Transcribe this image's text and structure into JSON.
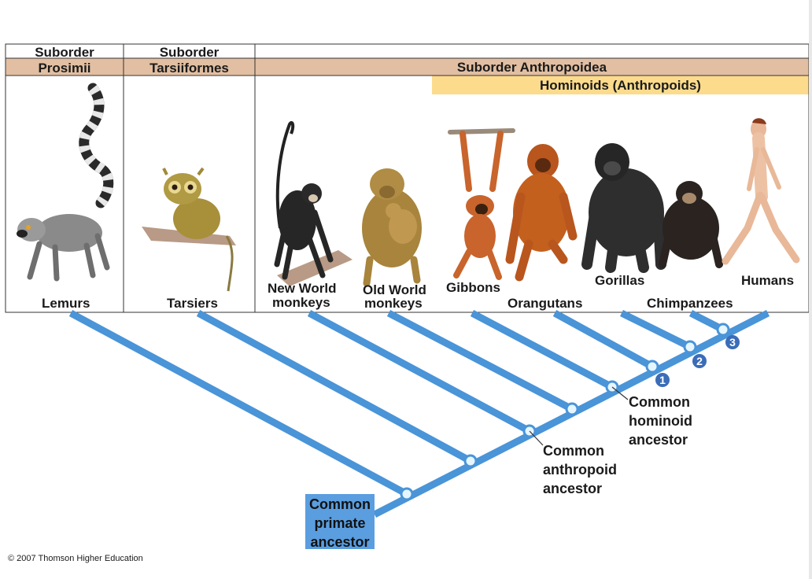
{
  "header": {
    "prosimii": {
      "line1": "Suborder",
      "line2": "Prosimii"
    },
    "tarsiiformes": {
      "line1": "Suborder",
      "line2": "Tarsiiformes"
    },
    "anthropoidea": "Suborder Anthropoidea",
    "hominoids": "Hominoids (Anthropoids)"
  },
  "species": {
    "lemurs": "Lemurs",
    "tarsiers": "Tarsiers",
    "new_world": {
      "line1": "New World",
      "line2": "monkeys"
    },
    "old_world": {
      "line1": "Old World",
      "line2": "monkeys"
    },
    "gibbons": "Gibbons",
    "orangutans": "Orangutans",
    "gorillas": "Gorillas",
    "chimpanzees": "Chimpanzees",
    "humans": "Humans"
  },
  "nodes": {
    "root": {
      "line1": "Common",
      "line2": "primate",
      "line3": "ancestor"
    },
    "anthropoid": {
      "line1": "Common",
      "line2": "anthropoid",
      "line3": "ancestor"
    },
    "hominoid": {
      "line1": "Common",
      "line2": "hominoid",
      "line3": "ancestor"
    },
    "badges": [
      "1",
      "2",
      "3"
    ]
  },
  "footer": {
    "copyright": "© 2007 Thomson Higher Education"
  },
  "colors": {
    "header_band": "#e2bfa2",
    "hominoid_band": "#fcdc8c",
    "branch": "#4a94d8",
    "node_fill": "#e6f6ff",
    "badge": "#3a6cb8",
    "root_box": "#5a9ee0"
  },
  "icons": [
    "lemur-illustration",
    "tarsier-illustration",
    "spider-monkey-illustration",
    "baboon-illustration",
    "gibbon-illustration",
    "orangutan-illustration",
    "gorilla-illustration",
    "chimpanzee-illustration",
    "human-illustration"
  ]
}
